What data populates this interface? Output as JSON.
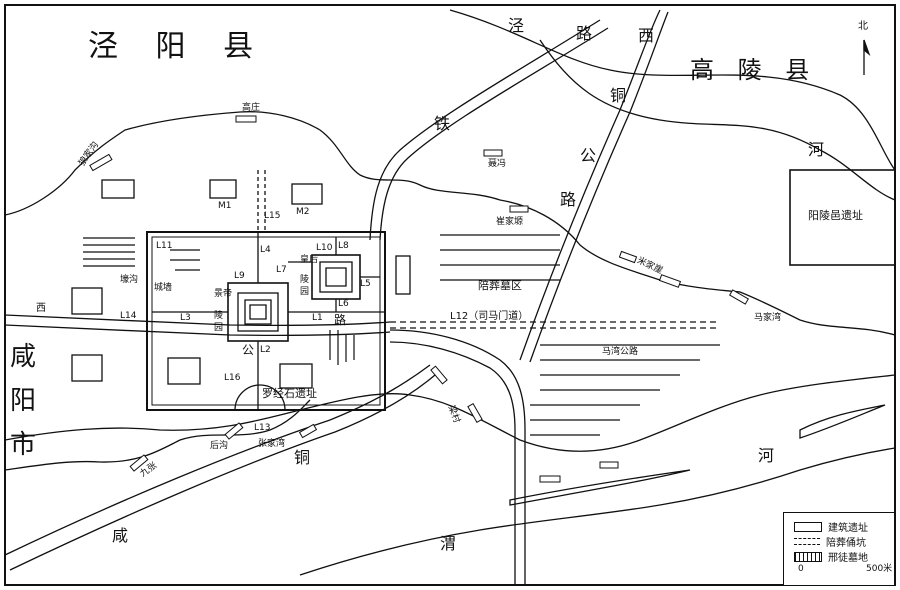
{
  "labels": {
    "county_jingyang": "泾 阳 县",
    "county_gaoling": "高 陵 县",
    "city_xianyang": "咸 阳 市",
    "north": "北",
    "yangling_site": "阳陵邑遗址",
    "burial_area": "陪葬墓区",
    "luojing_site": "罗经石遗址",
    "L12": "L12（司马门道）",
    "matou_road": "马湾公路",
    "xian_tong_road_a": "西",
    "xian_tong_road_b": "铜",
    "xian_tong_road_c": "公",
    "xian_tong_road_d": "路",
    "rail_jing": "泾",
    "rail_tie": "铁",
    "road_lu": "路",
    "he1": "河",
    "he2": "河",
    "wei": "渭",
    "xian": "咸",
    "tong": "铜",
    "gongl": "公",
    "lu2": "路",
    "xi": "西",
    "gaozhuang": "高庄",
    "shejiagou": "狼家沟",
    "niefeng": "聂冯",
    "cuijiapo": "崔家塬",
    "mijiaya": "米家崖",
    "majiawan": "马家湾",
    "jiangou": "壕沟",
    "chengqiang": "城墙",
    "jingdi": "景帝",
    "jingdi_ling": "陵",
    "jingdi_yuan": "园",
    "huanghou": "皇后",
    "hou_ling": "陵",
    "hou_yuan": "园",
    "houguo": "后沟",
    "zhangjiawan": "张家湾",
    "jiuzhang": "九张",
    "jiangcun": "梁村",
    "M1": "M1",
    "M2": "M2",
    "L1": "L1",
    "L2": "L2",
    "L3": "L3",
    "L4": "L4",
    "L5": "L5",
    "L6": "L6",
    "L7": "L7",
    "L8": "L8",
    "L9": "L9",
    "L10": "L10",
    "L11": "L11",
    "L13": "L13",
    "L14": "L14",
    "L15": "L15",
    "L16": "L16"
  },
  "legend": {
    "items": [
      "建筑遗址",
      "陪葬俑坑",
      "邢徒墓地"
    ],
    "scale_zero": "0",
    "scale_max": "500米"
  }
}
